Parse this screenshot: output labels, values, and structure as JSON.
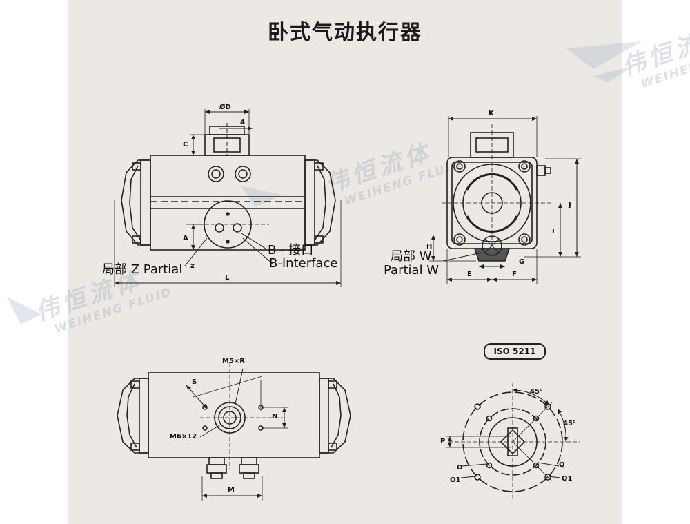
{
  "title": "卧式气动执行器",
  "watermark": {
    "cn": "伟恒流体",
    "en": "WEIHENG FLUID"
  },
  "front_view": {
    "dim_od": "ØD",
    "dim_4": "4",
    "dim_c": "C",
    "dim_a": "A",
    "dim_l": "L",
    "b_label_cn": "B - 接口",
    "b_label_en": "B-Interface",
    "partial_z": "局部 Z Partial",
    "z_mark": "z"
  },
  "side_view": {
    "dim_k": "K",
    "dim_j": "J",
    "dim_i": "I",
    "dim_h": "H",
    "dim_e": "E",
    "dim_f": "F",
    "dim_g": "G",
    "partial_w_cn": "局部 W",
    "partial_w_en": "Partial W"
  },
  "bottom_view": {
    "m5": "M5×R",
    "m6": "M6×12",
    "dim_s": "S",
    "dim_n": "N",
    "dim_m": "M"
  },
  "iso_view": {
    "iso": "ISO 5211",
    "angle1": "45°",
    "angle2": "45°",
    "dim_p": "P",
    "dim_o": "O",
    "dim_q": "Q",
    "dim_o1": "O1",
    "dim_q1": "Q1"
  },
  "colors": {
    "background": "#ece8e4",
    "line": "#222222",
    "watermark": "#aab4c8"
  }
}
